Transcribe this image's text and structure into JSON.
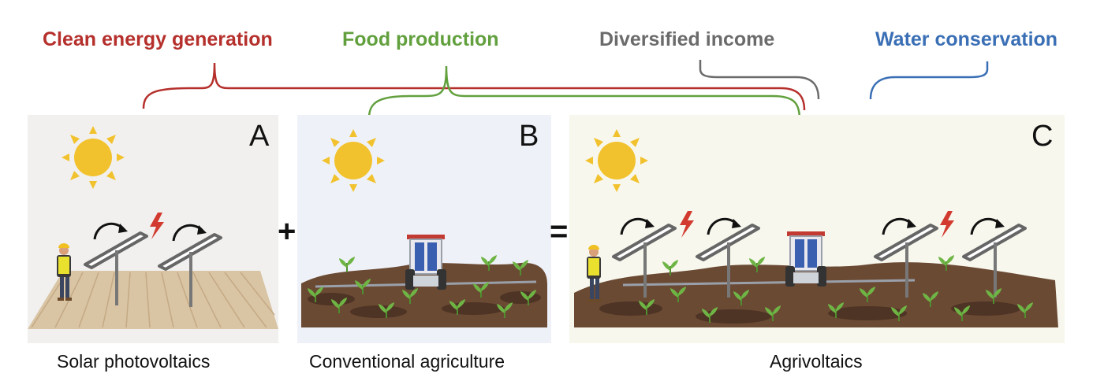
{
  "benefits": {
    "clean_energy": {
      "label": "Clean energy generation",
      "color": "#b5302c"
    },
    "food": {
      "label": "Food production",
      "color": "#62a03e"
    },
    "income": {
      "label": "Diversified income",
      "color": "#6b6b6b"
    },
    "water": {
      "label": "Water conservation",
      "color": "#3a6fb5"
    }
  },
  "panels": {
    "a": {
      "letter": "A",
      "caption": "Solar photovoltaics"
    },
    "b": {
      "letter": "B",
      "caption": "Conventional agriculture"
    },
    "c": {
      "letter": "C",
      "caption": "Agrivoltaics"
    }
  },
  "operators": {
    "plus": "+",
    "equals": "="
  },
  "icons": [
    "sun-icon",
    "solar-panel-icon",
    "lightning-icon",
    "rotation-arrow-icon",
    "tractor-icon",
    "worker-icon",
    "crop-sprout-icon"
  ]
}
